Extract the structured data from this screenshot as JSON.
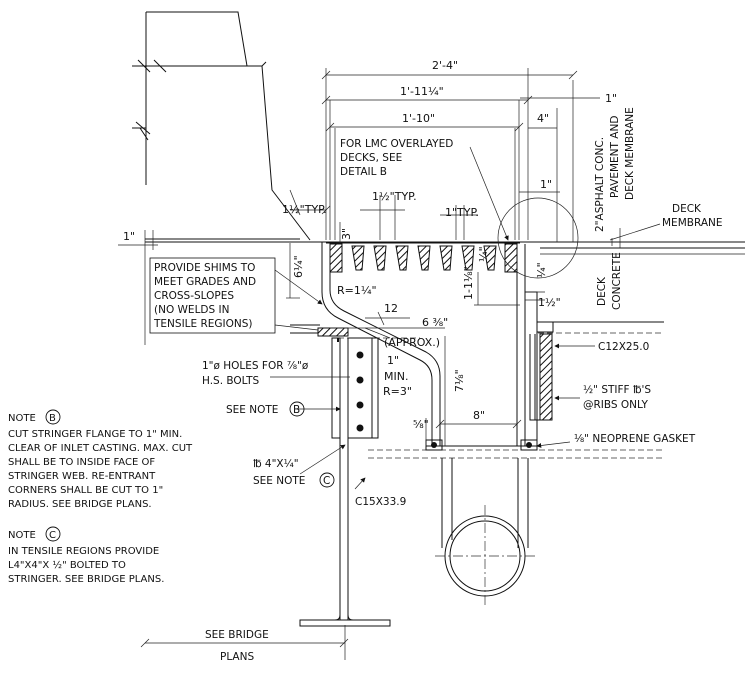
{
  "dimensions": {
    "overall_width": "2'-4\"",
    "inner_width_a": "1'-11¼\"",
    "inner_width_b": "1'-10\"",
    "one_in_right": "1\"",
    "four_in": "4\"",
    "one_in_left": "1\"",
    "typ_left": "1½\"TYP.",
    "typ_mid": "1½\"TYP.",
    "typ_one": "1\"TYP.",
    "one_in_circle": "1\"",
    "three_in": "3\"",
    "depth_left": "6¼\"",
    "radius_top": "R=1¼\"",
    "twelve": "12",
    "six_three_eighths": "6 ⅜\"",
    "approx": "(APPROX.)",
    "one_min": "1\"",
    "min": "MIN.",
    "radius_three": "R=3\"",
    "eight_in": "8\"",
    "seven_eighths": "7⅛\"",
    "five_eighths": "⅝\"",
    "one_one_eighth": "1-1⅛\"",
    "one_half_small": "1½\"",
    "quarter_a": "¼\"",
    "quarter_b": "¼\""
  },
  "labels": {
    "lmc": [
      "FOR LMC OVERLAYED",
      "DECKS, SEE",
      "DETAIL B"
    ],
    "shims": [
      "PROVIDE SHIMS TO",
      "MEET GRADES AND",
      "CROSS-SLOPES",
      "(NO WELDS IN",
      "TENSILE REGIONS)"
    ],
    "holes": [
      "1\"ø HOLES FOR ⅞\"ø",
      "H.S. BOLTS"
    ],
    "see_note_b": "SEE NOTE",
    "plate": [
      "℔ 4\"X¼\"",
      "SEE NOTE"
    ],
    "c15": "C15X33.9",
    "c12": "C12X25.0",
    "stiff": [
      "½\" STIFF ℔'S",
      "@RIBS ONLY"
    ],
    "gasket": "⅛\" NEOPRENE GASKET",
    "deck_membrane": [
      "DECK",
      "MEMBRANE"
    ],
    "asphalt": [
      "2\"ASPHALT CONC.",
      "PAVEMENT AND",
      "DECK MEMBRANE"
    ],
    "deck_concrete": [
      "DECK",
      "CONCRETE"
    ],
    "see_bridge": [
      "SEE BRIDGE",
      "PLANS"
    ],
    "circle_b": "B",
    "circle_c": "C"
  },
  "notes": {
    "note_b_title": "NOTE",
    "note_b_lines": [
      "CUT STRINGER FLANGE TO 1\" MIN.",
      "CLEAR OF INLET CASTING. MAX. CUT",
      "SHALL BE TO INSIDE FACE OF",
      "STRINGER WEB. RE-ENTRANT",
      "CORNERS SHALL BE CUT TO 1\"",
      "RADIUS. SEE BRIDGE PLANS."
    ],
    "note_c_title": "NOTE",
    "note_c_lines": [
      "IN TENSILE REGIONS PROVIDE",
      "L4\"X4\"X ½\" BOLTED TO",
      "STRINGER. SEE BRIDGE PLANS."
    ]
  }
}
